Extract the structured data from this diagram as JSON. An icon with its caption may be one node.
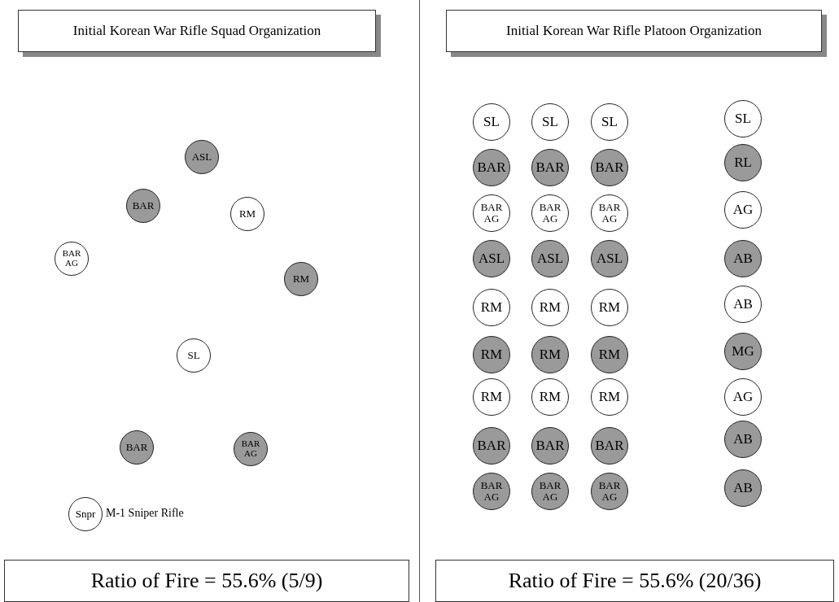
{
  "diagram": {
    "nodes": [
      {
        "text": [
          "Initial Korean War Rifle Squad Organization"
        ]
      },
      {
        "text": [
          "Initial Korean War Rifle Platoon Organization"
        ]
      },
      {
        "text": [
          "ASL"
        ]
      },
      {
        "text": [
          "BAR"
        ]
      },
      {
        "text": [
          "RM"
        ]
      },
      {
        "text": [
          "BAR AG"
        ]
      },
      {
        "text": [
          "RM"
        ]
      },
      {
        "text": [
          "SL"
        ]
      },
      {
        "text": [
          "BAR"
        ]
      },
      {
        "text": [
          "BAR AG"
        ]
      },
      {
        "text": [
          "Snpr"
        ],
        "beside": [
          "M-1 Sniper Rifle"
        ]
      },
      {
        "text": [
          "SL"
        ]
      },
      {
        "text": [
          "SL"
        ]
      },
      {
        "text": [
          "SL"
        ]
      },
      {
        "text": [
          "SL"
        ]
      },
      {
        "text": [
          "BAR"
        ]
      },
      {
        "text": [
          "BAR"
        ]
      },
      {
        "text": [
          "BAR"
        ]
      },
      {
        "text": [
          "RL"
        ]
      },
      {
        "text": [
          "BAR AG"
        ]
      },
      {
        "text": [
          "BAR AG"
        ]
      },
      {
        "text": [
          "BAR AG"
        ]
      },
      {
        "text": [
          "AG"
        ]
      },
      {
        "text": [
          "ASL"
        ]
      },
      {
        "text": [
          "ASL"
        ]
      },
      {
        "text": [
          "ASL"
        ]
      },
      {
        "text": [
          "AB"
        ]
      },
      {
        "text": [
          "RM"
        ]
      },
      {
        "text": [
          "RM"
        ]
      },
      {
        "text": [
          "RM"
        ]
      },
      {
        "text": [
          "AB"
        ]
      },
      {
        "text": [
          "RM"
        ]
      },
      {
        "text": [
          "RM"
        ]
      },
      {
        "text": [
          "RM"
        ]
      },
      {
        "text": [
          "MG"
        ]
      },
      {
        "text": [
          "RM"
        ]
      },
      {
        "text": [
          "RM"
        ]
      },
      {
        "text": [
          "RM"
        ]
      },
      {
        "text": [
          "AG"
        ]
      },
      {
        "text": [
          "BAR"
        ]
      },
      {
        "text": [
          "BAR"
        ]
      },
      {
        "text": [
          "BAR"
        ]
      },
      {
        "text": [
          "AB"
        ]
      },
      {
        "text": [
          "BAR AG"
        ]
      },
      {
        "text": [
          "BAR AG"
        ]
      },
      {
        "text": [
          "BAR AG"
        ]
      },
      {
        "text": [
          "AB"
        ]
      },
      {
        "text": [
          "Ratio of Fire = 55.6% (5/9)"
        ]
      },
      {
        "text": [
          "Ratio of Fire = 55.6% (20/36)"
        ]
      }
    ]
  }
}
